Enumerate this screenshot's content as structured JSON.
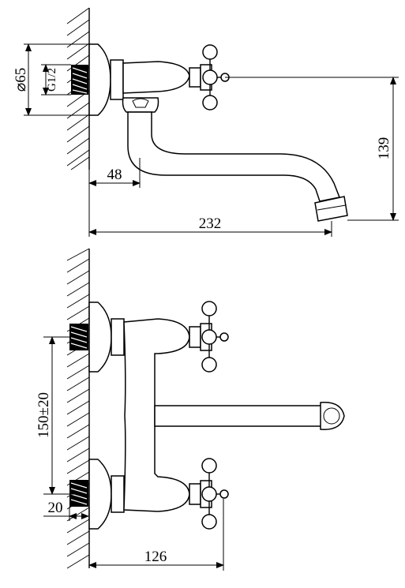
{
  "top_view": {
    "dims": {
      "flange_diameter": "⌀65",
      "thread": "G1/2",
      "wall_to_spout": "48",
      "spout_height": "139",
      "total_length": "232"
    }
  },
  "bottom_view": {
    "dims": {
      "center_distance": "150±20",
      "eccentric_depth": "20",
      "projection": "126"
    }
  }
}
